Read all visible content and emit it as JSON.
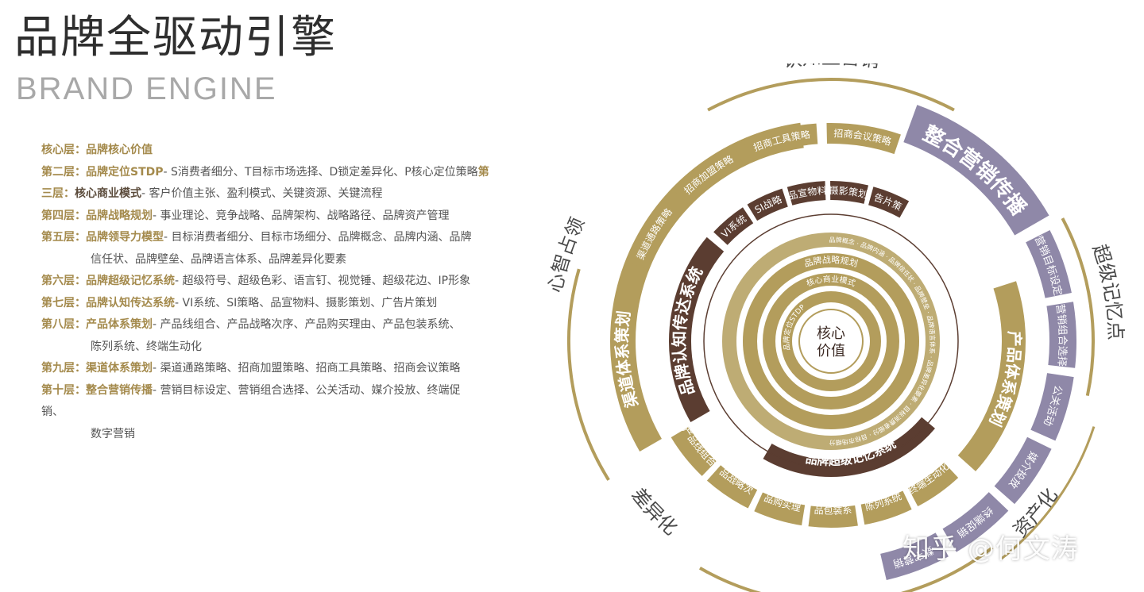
{
  "header": {
    "title_cn": "品牌全驱动引擎",
    "title_en": "BRAND ENGINE"
  },
  "layers": [
    {
      "label": "核心层：",
      "head": "品牌核心价值",
      "desc": ""
    },
    {
      "label": "第二层：",
      "head": "品牌定位STDP",
      "desc": "- S消费者细分、T目标市场选择、D锁定差异化、P核心定位策略",
      "tail": "第"
    },
    {
      "label": "三层：",
      "head": "核心商业模式",
      "desc": "- 客户价值主张、盈利模式、关键资源、关键流程",
      "dark": true
    },
    {
      "label": "第四层：",
      "head": "品牌战略规划",
      "desc": "- 事业理论、竞争战略、品牌架构、战略路径、品牌资产管理"
    },
    {
      "label": "第五层：",
      "head": "品牌领导力模型",
      "desc": "- 目标消费者细分、目标市场细分、品牌概念、品牌内涵、品牌"
    },
    {
      "label": "",
      "head": "",
      "desc": "信任状、品牌壁垒、品牌语言体系、品牌差异化要素",
      "indent": true
    },
    {
      "label": "第六层：",
      "head": "品牌超级记忆系统",
      "desc": "- 超级符号、超级色彩、语言钉、视觉锤、超级花边、IP形象"
    },
    {
      "label": "第七层：",
      "head": "品牌认知传达系统",
      "desc": "- VI系统、SI策略、品宣物料、摄影策划、广告片策划"
    },
    {
      "label": "第八层：",
      "head": "产品体系策划",
      "desc": "- 产品线组合、产品战略次序、产品购买理由、产品包装系统、"
    },
    {
      "label": "",
      "head": "",
      "desc": "陈列系统、终端生动化",
      "indent": true
    },
    {
      "label": "第九层：",
      "head": "渠道体系策划",
      "desc": "- 渠道通路策略、招商加盟策略、招商工具策略、招商会议策略"
    },
    {
      "label": "第十层：",
      "head": "整合营销传播",
      "desc": "- 营销目标设定、营销组合选择、公关活动、媒介投放、终端促"
    },
    {
      "label": "",
      "head": "",
      "desc": "销、"
    },
    {
      "label": "",
      "head": "",
      "desc": "数字营销",
      "indent": true
    }
  ],
  "wheel": {
    "center": "核心\n价值",
    "outer_arcs": [
      "认知型营销",
      "超级记忆点",
      "心智占领",
      "差异化",
      "资产化"
    ],
    "ring_integrated": {
      "title": "整合营销传播",
      "items": [
        "营销目标设定",
        "营销组合选择",
        "公关活动",
        "媒介投放",
        "终端促销",
        "数字营销"
      ]
    },
    "ring_channel": {
      "title": "渠道体系策划",
      "items": [
        "渠道通路策略",
        "招商加盟策略",
        "招商工具策略",
        "招商会议策略"
      ]
    },
    "ring_product": {
      "title": "产品体系策划",
      "items": [
        "产品线组合",
        "产品战略次序",
        "产品购买理由",
        "产品包装系统",
        "陈列系统",
        "终端生动化"
      ]
    },
    "ring_cognition": {
      "title": "品牌认知传达系统",
      "items": [
        "VI系统",
        "SI战略",
        "品宣物料",
        "摄影策划",
        "广告片策划"
      ]
    },
    "ring_memory": {
      "title": "品牌超级记忆系统"
    },
    "ring_leadership": "品牌概念 · 品牌内涵 · 品牌信任状 · 品牌壁垒 · 品牌语言体系 · 品牌差异化要素 · 目标消费者细分 · 目标市场细分",
    "ring_strategy": "品牌战略规划",
    "ring_business": "核心商业模式",
    "ring_stdp": "品牌定位STDP",
    "colors": {
      "gold": "#b39d5c",
      "brown": "#5b3d31",
      "lilac": "#8f88a8",
      "dark_text": "#3e2c26"
    }
  },
  "watermark": "知乎 @何文涛"
}
